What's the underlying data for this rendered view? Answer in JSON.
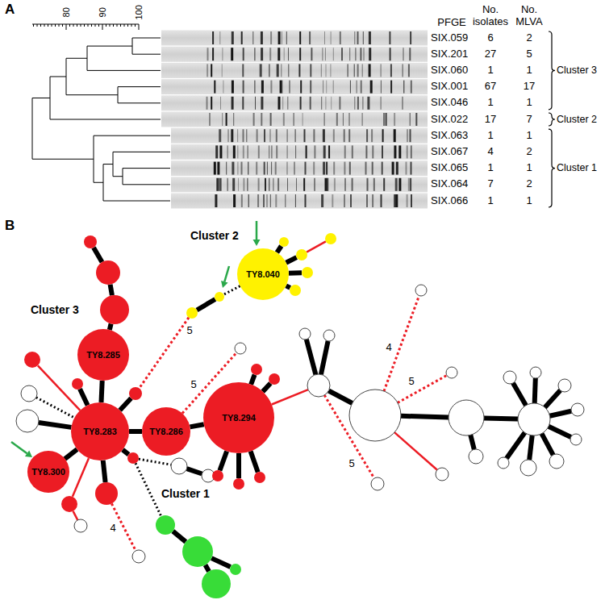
{
  "diagram": {
    "nodes": [
      {
        "text": [
          "TY8.040"
        ]
      },
      {
        "text": [
          "TY8.285"
        ]
      },
      {
        "text": [
          "TY8.294"
        ]
      },
      {
        "text": [
          "TY8.283"
        ]
      },
      {
        "text": [
          "TY8.286"
        ]
      },
      {
        "text": [
          "TY8.300"
        ]
      }
    ],
    "edges": [
      {
        "from": 1,
        "to": 3,
        "arrow": "none"
      },
      {
        "from": 3,
        "to": 4,
        "arrow": "none"
      },
      {
        "from": 4,
        "to": 2,
        "arrow": "none"
      },
      {
        "from": 3,
        "to": 5,
        "arrow": "none"
      }
    ],
    "labels": [
      "A",
      "80",
      "90",
      "100",
      "PFGE",
      "No. isolates",
      "No. MLVA",
      "SIX.059",
      "6",
      "2",
      "SIX.201",
      "27",
      "5",
      "SIX.060",
      "1",
      "1",
      "SIX.001",
      "67",
      "17",
      "SIX.046",
      "1",
      "1",
      "SIX.022",
      "17",
      "7",
      "SIX.063",
      "1",
      "1",
      "SIX.067",
      "4",
      "2",
      "SIX.065",
      "1",
      "1",
      "SIX.064",
      "7",
      "2",
      "SIX.066",
      "1",
      "1",
      "Cluster 3",
      "Cluster 2",
      "Cluster 1",
      "B",
      "Cluster 2",
      "Cluster 3",
      "Cluster 1",
      "5",
      "5",
      "4",
      "5",
      "5",
      "4"
    ]
  }
}
